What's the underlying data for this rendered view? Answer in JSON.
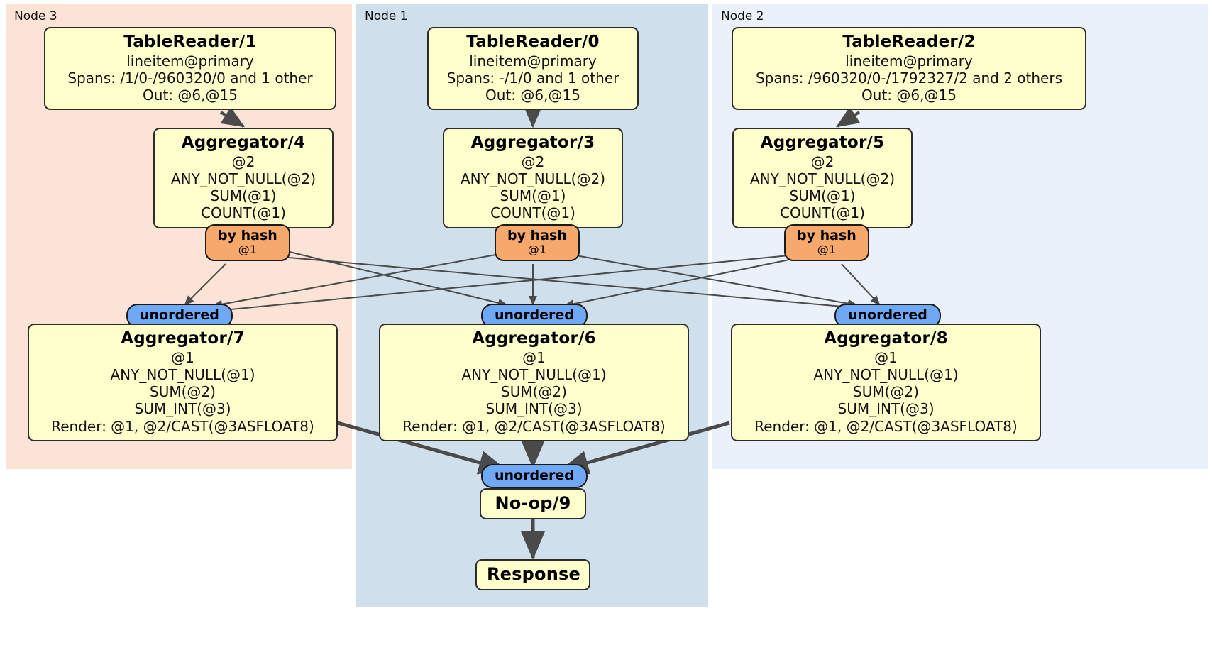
{
  "diagram": {
    "type": "distributed-query-plan",
    "colors": {
      "node3_panel": "#fbe3d6",
      "node1_panel": "#cfdfeb",
      "node2_panel": "#eaf1fb",
      "processor_fill": "#ffffcc",
      "hash_router_fill": "#f6a96b",
      "unordered_sync_fill": "#6fa8f4",
      "border": "#2b2b2b",
      "edge": "#4a4a4a"
    },
    "panels": [
      {
        "id": "node3",
        "label": "Node 3"
      },
      {
        "id": "node1",
        "label": "Node 1"
      },
      {
        "id": "node2",
        "label": "Node 2"
      }
    ],
    "processors": {
      "tablereader_1": {
        "title": "TableReader/1",
        "lines": [
          "lineitem@primary",
          "Spans: /1/0-/960320/0 and 1 other",
          "Out: @6,@15"
        ]
      },
      "tablereader_0": {
        "title": "TableReader/0",
        "lines": [
          "lineitem@primary",
          "Spans: -/1/0 and 1 other",
          "Out: @6,@15"
        ]
      },
      "tablereader_2": {
        "title": "TableReader/2",
        "lines": [
          "lineitem@primary",
          "Spans: /960320/0-/1792327/2 and 2 others",
          "Out: @6,@15"
        ]
      },
      "aggregator_4": {
        "title": "Aggregator/4",
        "lines": [
          "@2",
          "ANY_NOT_NULL(@2)",
          "SUM(@1)",
          "COUNT(@1)"
        ]
      },
      "aggregator_3": {
        "title": "Aggregator/3",
        "lines": [
          "@2",
          "ANY_NOT_NULL(@2)",
          "SUM(@1)",
          "COUNT(@1)"
        ]
      },
      "aggregator_5": {
        "title": "Aggregator/5",
        "lines": [
          "@2",
          "ANY_NOT_NULL(@2)",
          "SUM(@1)",
          "COUNT(@1)"
        ]
      },
      "aggregator_7": {
        "title": "Aggregator/7",
        "lines": [
          "@1",
          "ANY_NOT_NULL(@1)",
          "SUM(@2)",
          "SUM_INT(@3)",
          "Render: @1, @2/CAST(@3ASFLOAT8)"
        ]
      },
      "aggregator_6": {
        "title": "Aggregator/6",
        "lines": [
          "@1",
          "ANY_NOT_NULL(@1)",
          "SUM(@2)",
          "SUM_INT(@3)",
          "Render: @1, @2/CAST(@3ASFLOAT8)"
        ]
      },
      "aggregator_8": {
        "title": "Aggregator/8",
        "lines": [
          "@1",
          "ANY_NOT_NULL(@1)",
          "SUM(@2)",
          "SUM_INT(@3)",
          "Render: @1, @2/CAST(@3ASFLOAT8)"
        ]
      },
      "noop_9": {
        "title": "No-op/9",
        "lines": []
      },
      "response": {
        "title": "Response",
        "lines": []
      }
    },
    "routers": {
      "hash_left": {
        "label": "by hash",
        "column": "@1"
      },
      "hash_mid": {
        "label": "by hash",
        "column": "@1"
      },
      "hash_right": {
        "label": "by hash",
        "column": "@1"
      },
      "unordered_left": {
        "label": "unordered"
      },
      "unordered_mid": {
        "label": "unordered"
      },
      "unordered_right": {
        "label": "unordered"
      },
      "unordered_final": {
        "label": "unordered"
      }
    }
  }
}
